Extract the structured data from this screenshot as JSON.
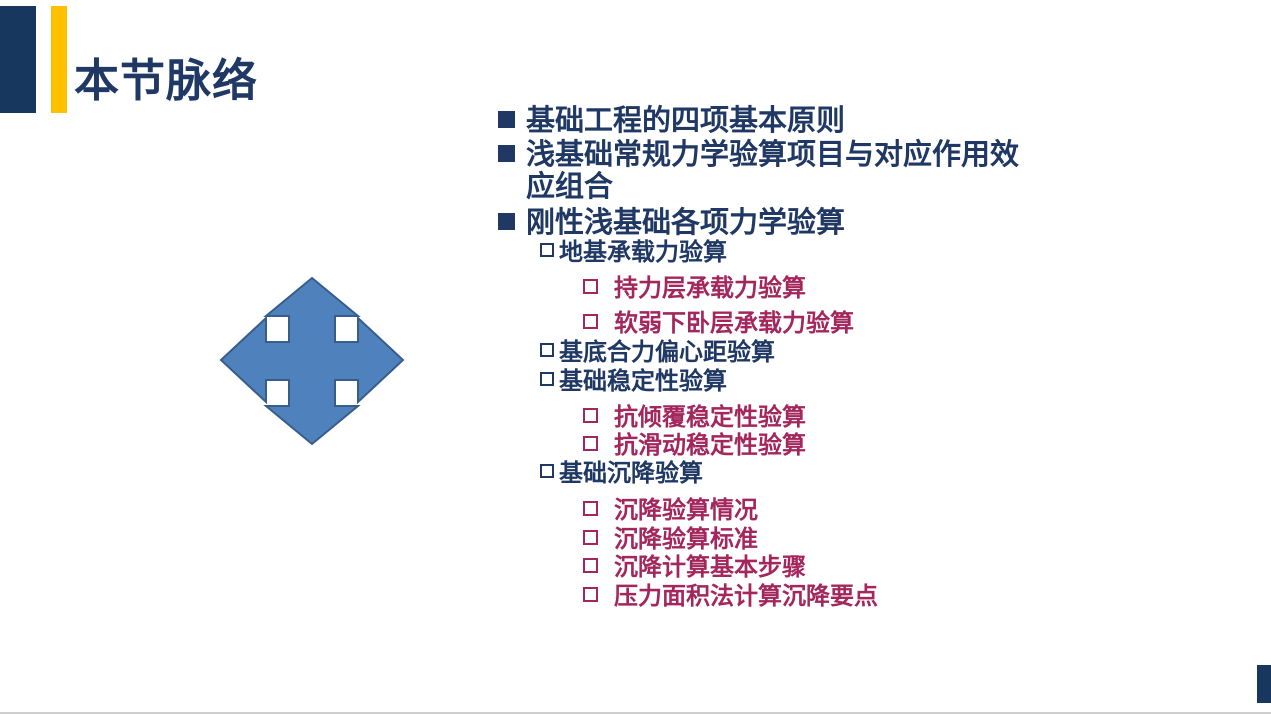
{
  "slide": {
    "title": "本节脉络",
    "colors": {
      "navy": "#17375e",
      "gold": "#ffc000",
      "heading": "#1f3864",
      "accent": "#a3275d",
      "shape": "#4f81bd"
    },
    "decoration": {
      "shape_icon": "four-way-arrow-icon"
    }
  },
  "outline": {
    "items": [
      {
        "level": 1,
        "text": "基础工程的四项基本原则"
      },
      {
        "level": 1,
        "text": "浅基础常规力学验算项目与对应作用效"
      },
      {
        "level": 1,
        "text": "应组合",
        "continuation": true
      },
      {
        "level": 1,
        "text": "刚性浅基础各项力学验算"
      },
      {
        "level": 2,
        "text": "地基承载力验算"
      },
      {
        "level": 3,
        "text": "持力层承载力验算"
      },
      {
        "level": 3,
        "text": "软弱下卧层承载力验算"
      },
      {
        "level": 2,
        "text": "基底合力偏心距验算"
      },
      {
        "level": 2,
        "text": "基础稳定性验算"
      },
      {
        "level": 3,
        "text": "抗倾覆稳定性验算"
      },
      {
        "level": 3,
        "text": "抗滑动稳定性验算"
      },
      {
        "level": 2,
        "text": "基础沉降验算"
      },
      {
        "level": 3,
        "text": "沉降验算情况"
      },
      {
        "level": 3,
        "text": "沉降验算标准"
      },
      {
        "level": 3,
        "text": "沉降计算基本步骤"
      },
      {
        "level": 3,
        "text": "压力面积法计算沉降要点"
      }
    ]
  }
}
